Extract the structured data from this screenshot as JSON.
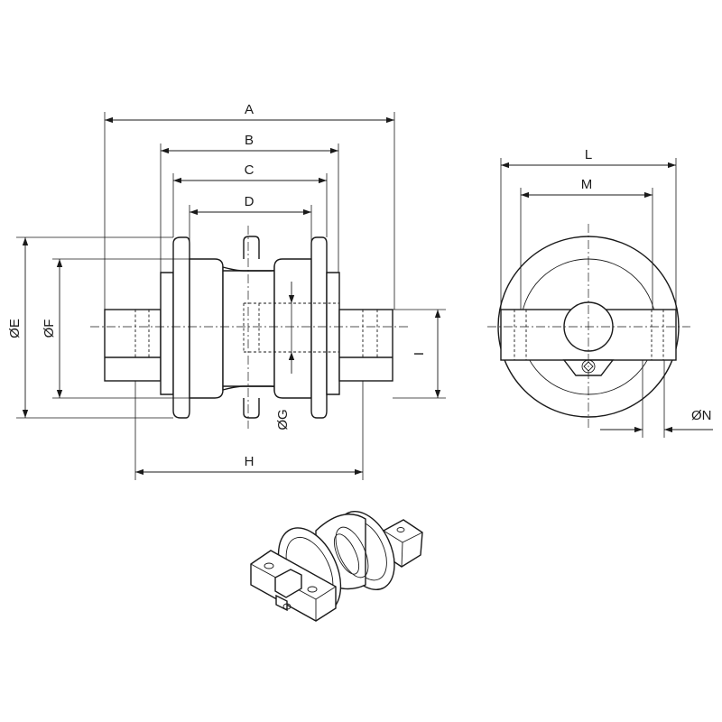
{
  "drawing": {
    "labels": {
      "A": "A",
      "B": "B",
      "C": "C",
      "D": "D",
      "E": "ØE",
      "F": "ØF",
      "G": "ØG",
      "H": "H",
      "I": "I",
      "L": "L",
      "M": "M",
      "N": "ØN"
    },
    "views": [
      "front-view",
      "side-view",
      "isometric-view"
    ]
  }
}
